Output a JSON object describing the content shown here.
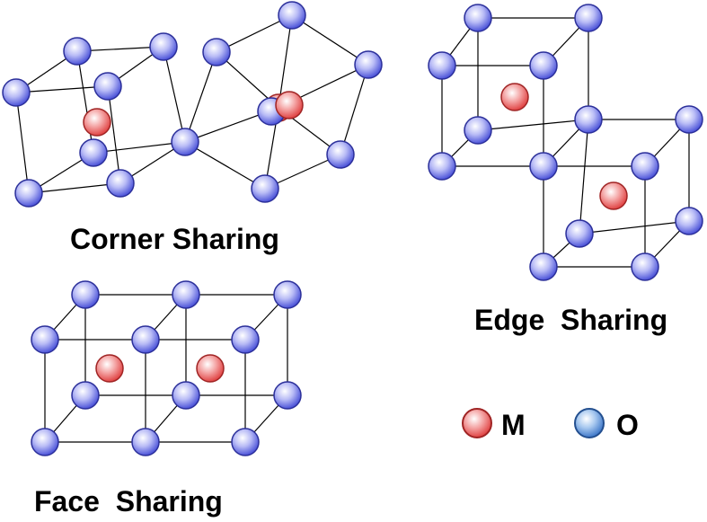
{
  "captions": {
    "corner": "Corner Sharing",
    "edge": "Edge  Sharing",
    "face": "Face  Sharing"
  },
  "legend": {
    "m_label": "M",
    "o_label": "O"
  },
  "colors": {
    "metal_atom": "#e84a4a",
    "oxygen_atom": "#5b63e0",
    "legend_oxygen_atom": "#3a78c9",
    "bond": "#000000"
  }
}
